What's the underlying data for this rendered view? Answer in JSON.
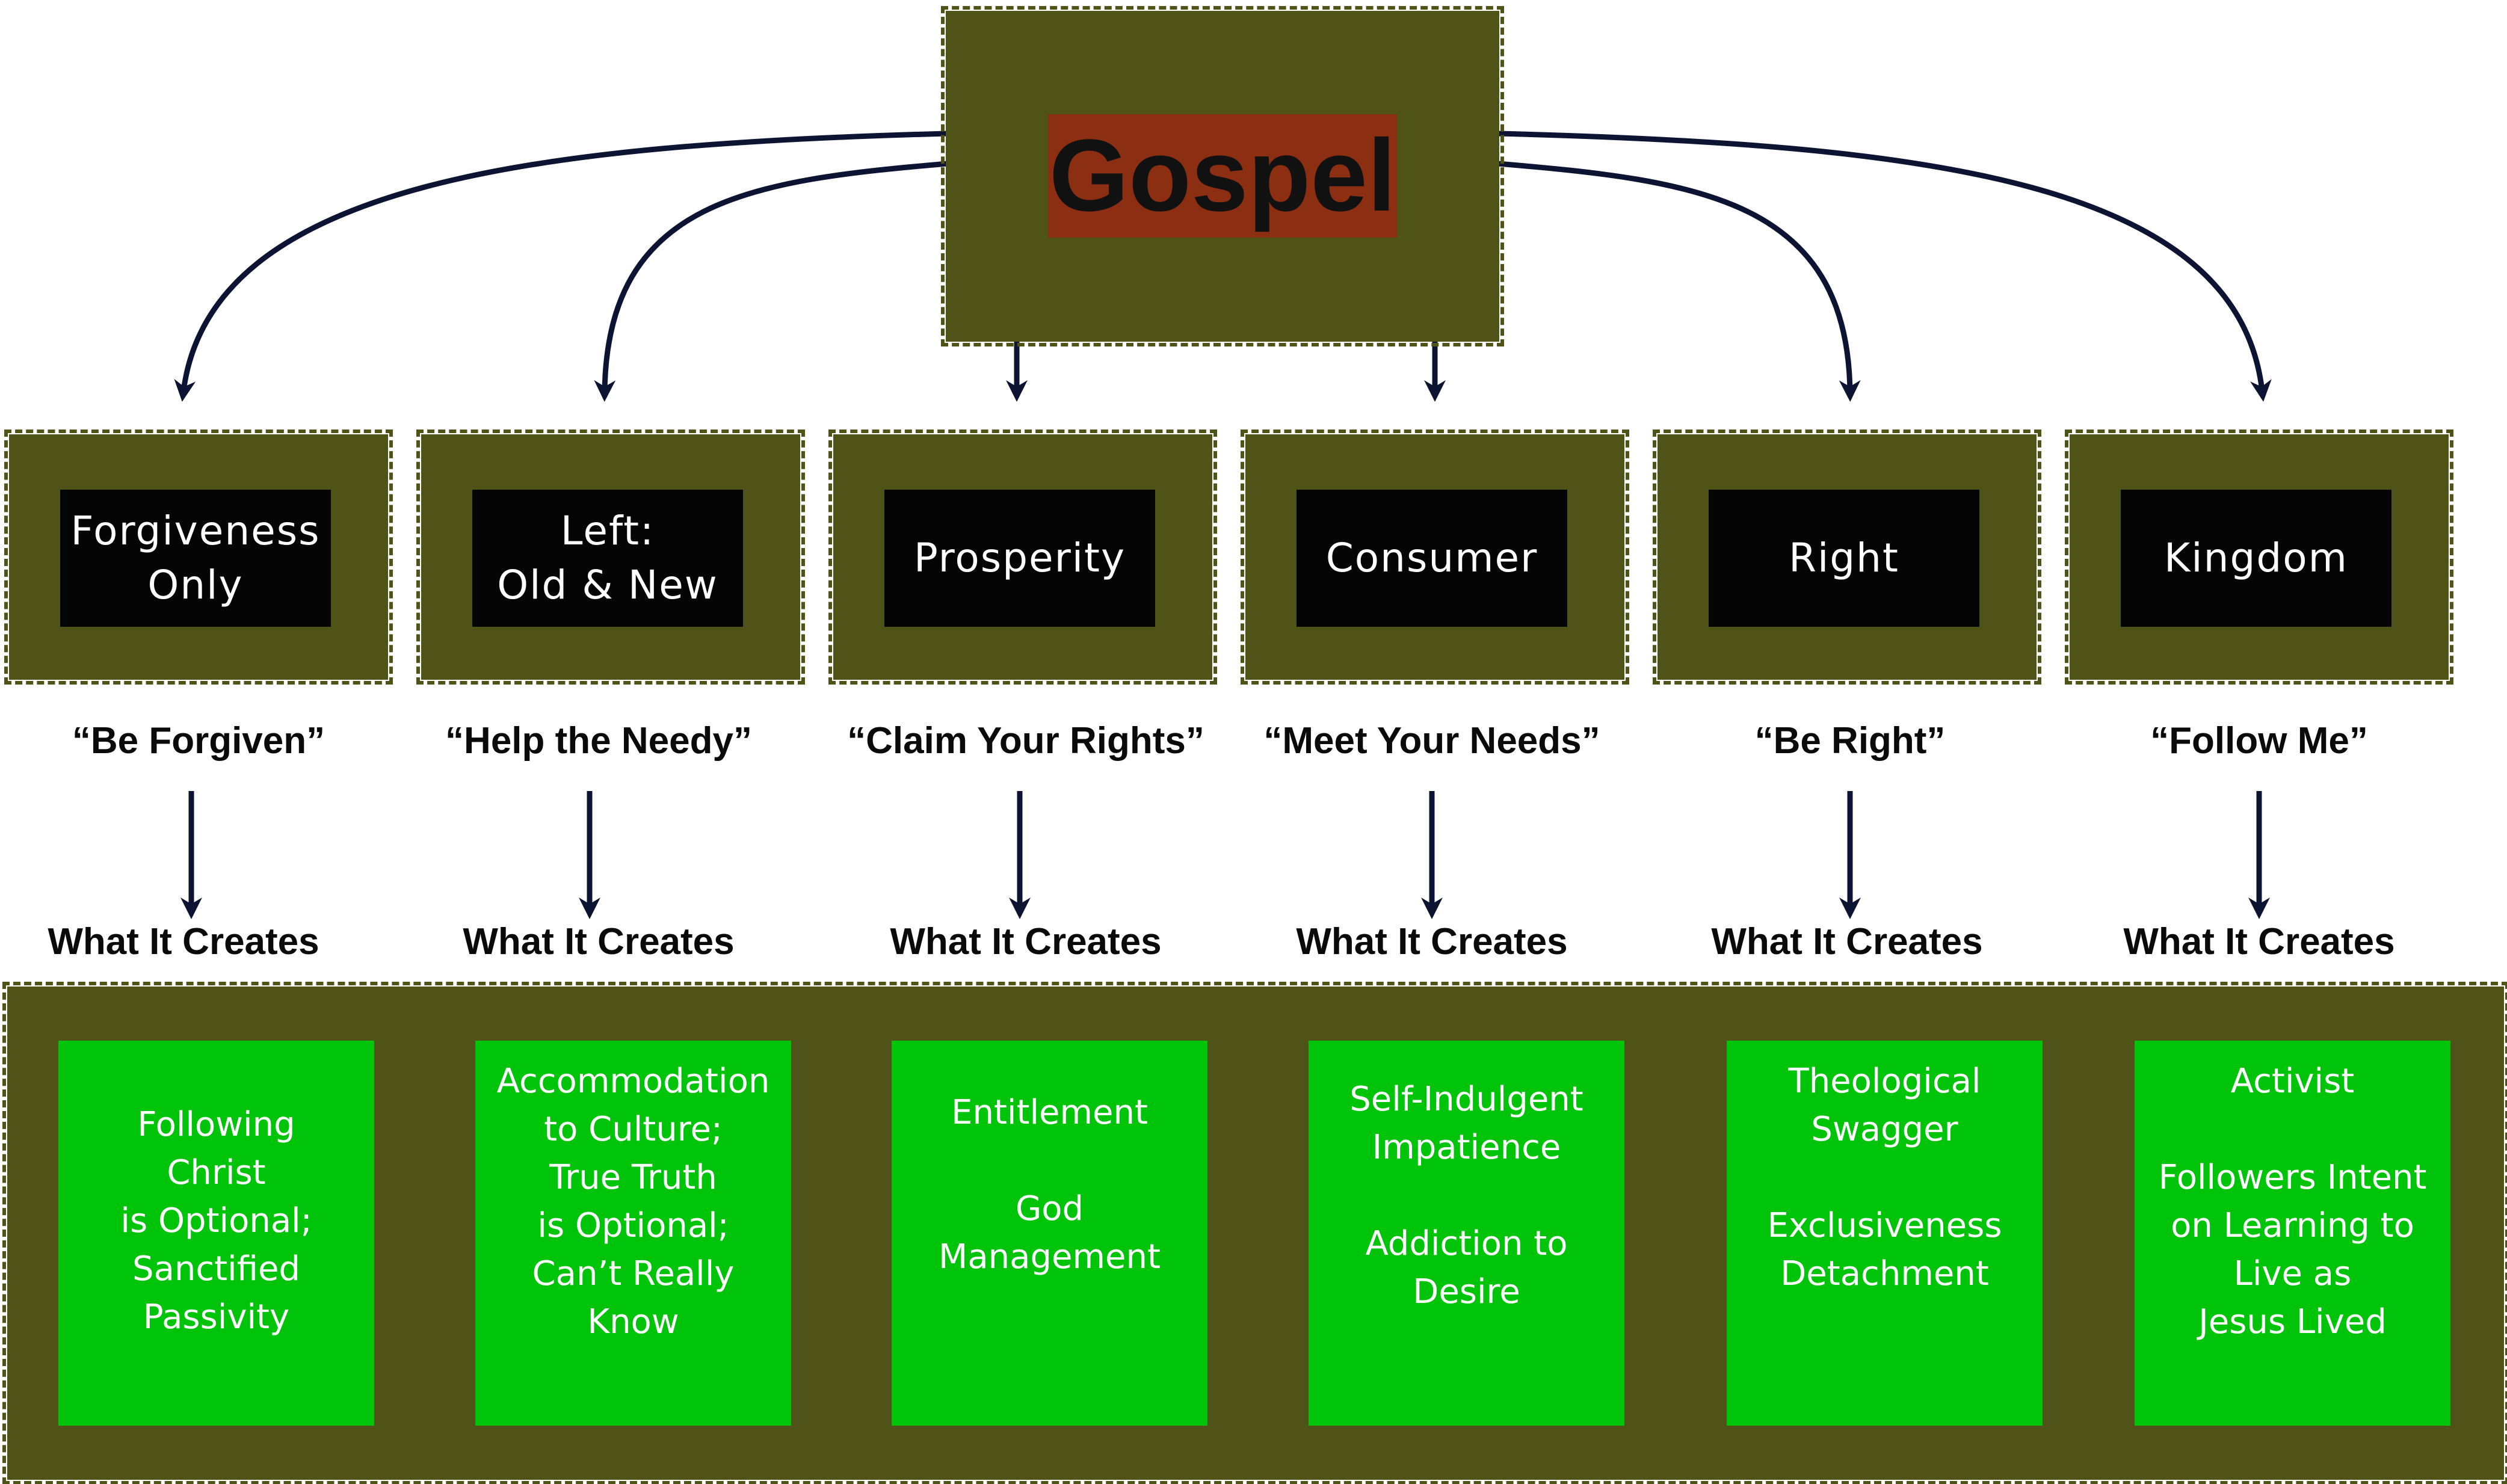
{
  "root": {
    "label": "Gospel"
  },
  "branches": [
    {
      "category": "Forgiveness\nOnly",
      "slogan": "“Be Forgiven”",
      "creates_label": "What It Creates",
      "result": "Following\nChrist\nis Optional;\nSanctified\nPassivity"
    },
    {
      "category": "Left:\nOld & New",
      "slogan": "“Help the Needy”",
      "creates_label": "What It Creates",
      "result": "Accommodation\nto Culture;\nTrue Truth\nis Optional;\nCan’t Really\nKnow"
    },
    {
      "category": "Prosperity",
      "slogan": "“Claim Your Rights”",
      "creates_label": "What It Creates",
      "result": "Entitlement\n\nGod\nManagement"
    },
    {
      "category": "Consumer",
      "slogan": "“Meet Your Needs”",
      "creates_label": "What It Creates",
      "result": "Self-Indulgent\nImpatience\n\nAddiction to\nDesire"
    },
    {
      "category": "Right",
      "slogan": "“Be Right”",
      "creates_label": "What It Creates",
      "result": "Theological\nSwagger\n\nExclusiveness\nDetachment"
    },
    {
      "category": "Kingdom",
      "slogan": "“Follow Me”",
      "creates_label": "What It Creates",
      "result": "Activist\n\nFollowers Intent\non Learning to\nLive as\nJesus Lived"
    }
  ],
  "colors": {
    "olive": "#4f5317",
    "root_label_bg": "#8b2e12",
    "category_bg": "#050505",
    "result_bg": "#00c40a",
    "arrow": "#0d1433"
  }
}
